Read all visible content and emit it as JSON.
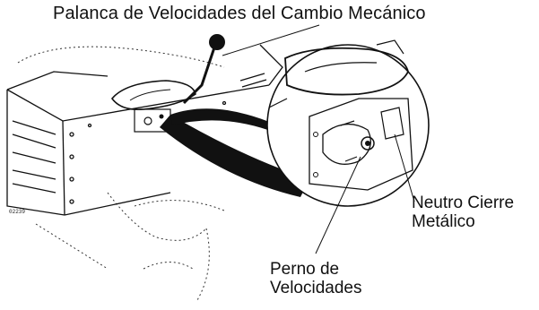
{
  "callouts": {
    "title": "Palanca de Velocidades del Cambio Mecánico",
    "neutral_lock_line1": "Neutro Cierre",
    "neutral_lock_line2": "Metálico",
    "shift_bolt_line1": "Perno de",
    "shift_bolt_line2": "Velocidades"
  },
  "figure_code": "02239"
}
